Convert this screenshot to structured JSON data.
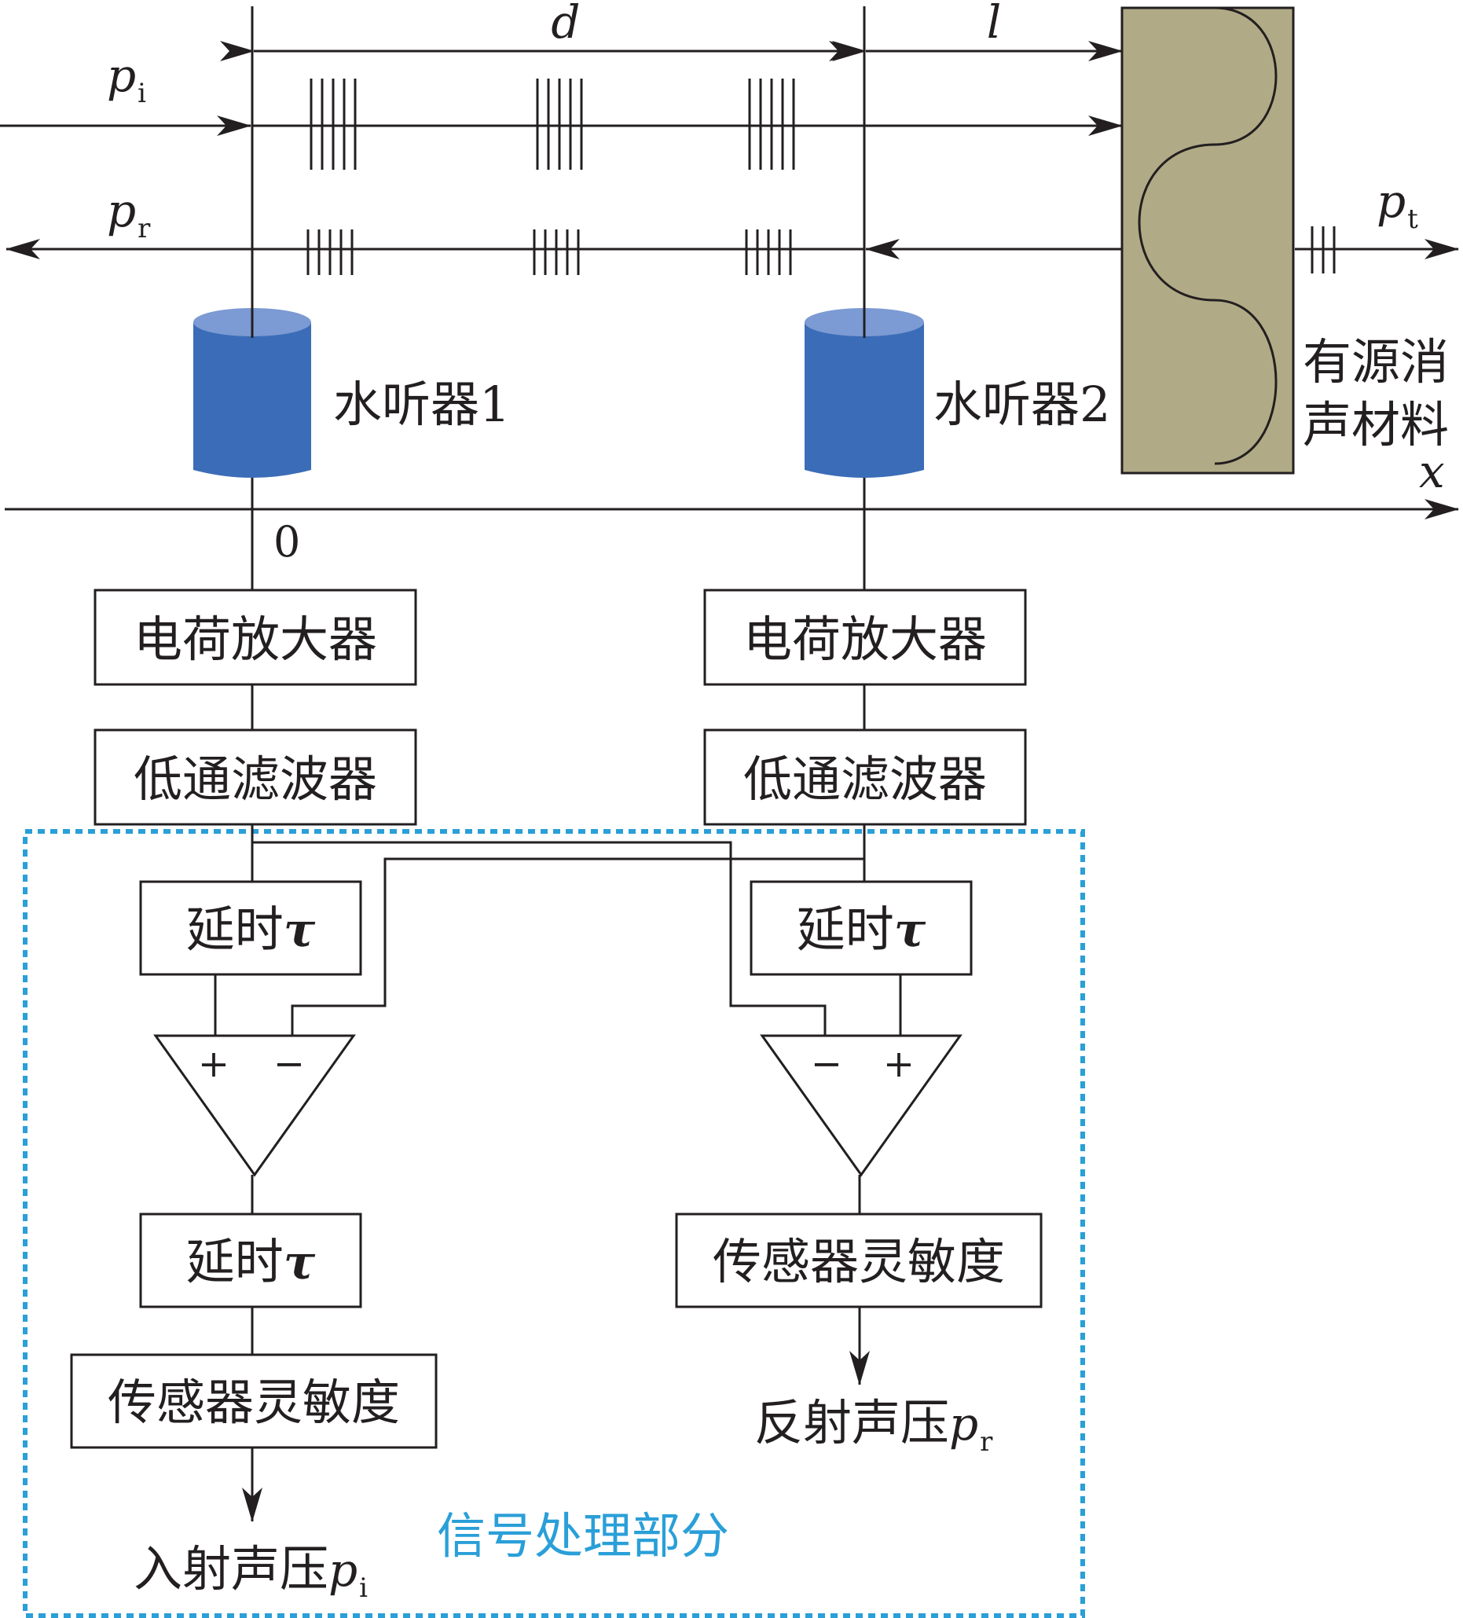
{
  "labels": {
    "d": "d",
    "l": "l",
    "p_i": "p",
    "p_i_sub": "i",
    "p_r": "p",
    "p_r_sub": "r",
    "p_t": "p",
    "p_t_sub": "t",
    "hydrophone1": "水听器1",
    "hydrophone2": "水听器2",
    "material_line1": "有源消",
    "material_line2": "声材料",
    "x_axis": "x",
    "origin": "0"
  },
  "blocks": {
    "charge_amp_left": "电荷放大器",
    "charge_amp_right": "电荷放大器",
    "lowpass_left": "低通滤波器",
    "lowpass_right": "低通滤波器",
    "delay_left_top": "延时",
    "delay_right_top": "延时",
    "delay_left_bottom": "延时",
    "sensitivity_left": "传感器灵敏度",
    "sensitivity_right": "传感器灵敏度"
  },
  "tau": "τ",
  "amp_signs": {
    "left_plus": "+",
    "left_minus": "−",
    "right_minus": "−",
    "right_plus": "+"
  },
  "outputs": {
    "incident": "入射声压",
    "incident_sym": "p",
    "incident_sub": "i",
    "reflected": "反射声压",
    "reflected_sym": "p",
    "reflected_sub": "r"
  },
  "signal_region_label": "信号处理部分",
  "colors": {
    "ink": "#231f20",
    "hydrophone": "#3b6cb7",
    "hydrophone_top": "#7c9ad3",
    "material": "#b0ab86",
    "region_border": "#2a9fd8",
    "region_label": "#2a9fd8"
  }
}
